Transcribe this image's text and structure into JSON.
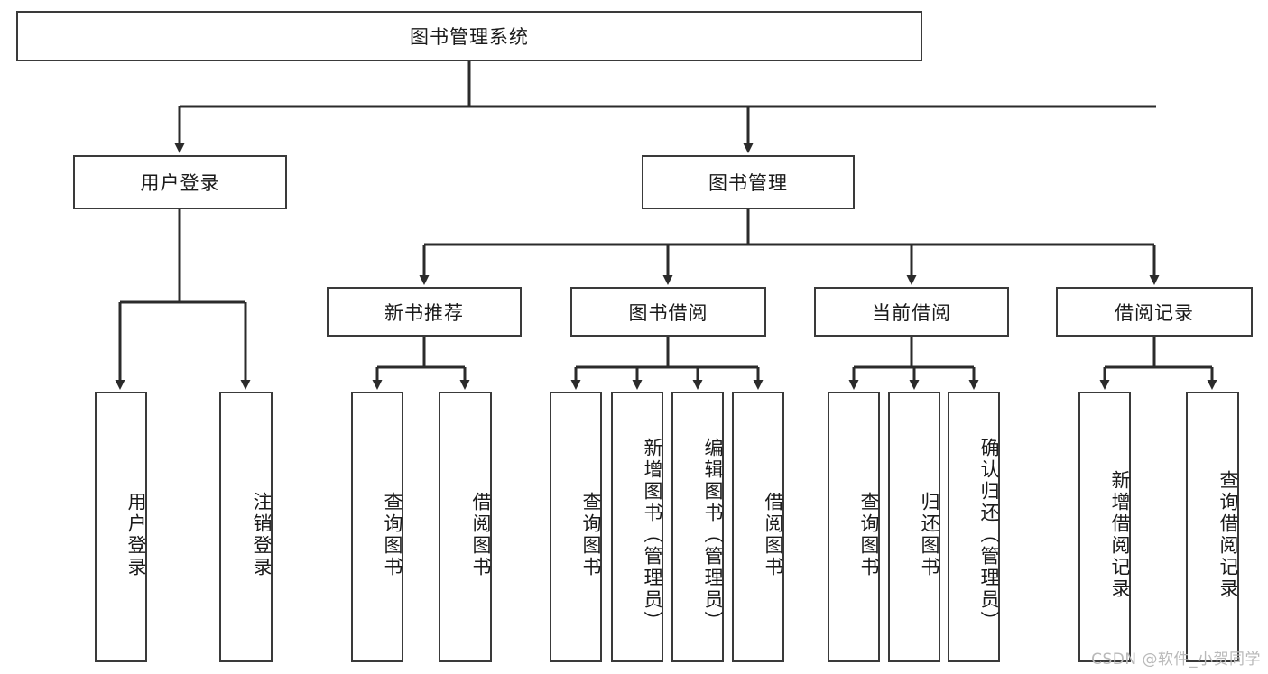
{
  "diagram": {
    "title": "图书管理系统",
    "type": "hierarchy-tree",
    "root": {
      "id": "root",
      "label": "图书管理系统"
    },
    "level2": [
      {
        "id": "user-login",
        "label": "用户登录"
      },
      {
        "id": "book-manage",
        "label": "图书管理"
      }
    ],
    "level3": [
      {
        "id": "new-book-rec",
        "label": "新书推荐",
        "parent": "book-manage"
      },
      {
        "id": "book-borrow",
        "label": "图书借阅",
        "parent": "book-manage"
      },
      {
        "id": "current-borrow",
        "label": "当前借阅",
        "parent": "book-manage"
      },
      {
        "id": "borrow-record",
        "label": "借阅记录",
        "parent": "book-manage"
      }
    ],
    "leaves": [
      {
        "id": "leaf-user-login",
        "label": "用户登录",
        "parent": "user-login"
      },
      {
        "id": "leaf-logout-login",
        "label": "注销登录",
        "parent": "user-login"
      },
      {
        "id": "leaf-query-book-1",
        "label": "查询图书",
        "parent": "new-book-rec"
      },
      {
        "id": "leaf-borrow-book-1",
        "label": "借阅图书",
        "parent": "new-book-rec"
      },
      {
        "id": "leaf-query-book-2",
        "label": "查询图书",
        "parent": "book-borrow"
      },
      {
        "id": "leaf-add-book",
        "label": "新增图书（管理员）",
        "parent": "book-borrow"
      },
      {
        "id": "leaf-edit-book",
        "label": "编辑图书（管理员）",
        "parent": "book-borrow"
      },
      {
        "id": "leaf-borrow-book-2",
        "label": "借阅图书",
        "parent": "book-borrow"
      },
      {
        "id": "leaf-query-book-3",
        "label": "查询图书",
        "parent": "current-borrow"
      },
      {
        "id": "leaf-return-book",
        "label": "归还图书",
        "parent": "current-borrow"
      },
      {
        "id": "leaf-confirm-return",
        "label": "确认归还（管理员）",
        "parent": "current-borrow"
      },
      {
        "id": "leaf-add-record",
        "label": "新增借阅记录",
        "parent": "borrow-record"
      },
      {
        "id": "leaf-query-record",
        "label": "查询借阅记录",
        "parent": "borrow-record"
      }
    ],
    "colors": {
      "stroke": "#3a3a3a",
      "fill": "#ffffff",
      "text": "#1a1a1a",
      "watermark": "#b9b9b9"
    }
  },
  "watermark": {
    "text": "CSDN @软件_小贺同学"
  }
}
